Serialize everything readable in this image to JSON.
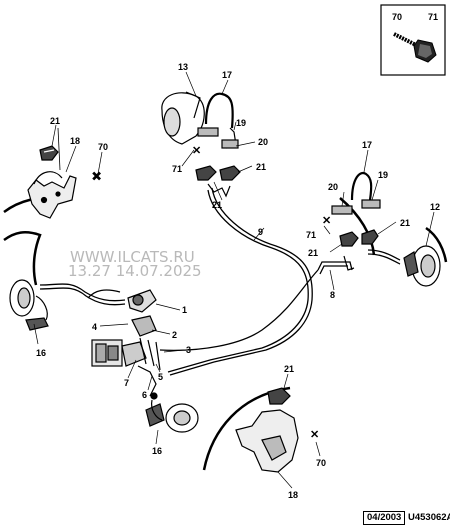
{
  "inset": {
    "labels": [
      "70",
      "71"
    ]
  },
  "watermark": {
    "line1": "WWW.ILCATS.RU",
    "line2": "13.27 14.07.2025"
  },
  "callouts": {
    "c70_left": "70",
    "c18_left": "18",
    "c21_left": "21",
    "c16_left": "16",
    "c13": "13",
    "c17_left": "17",
    "c19_left": "19",
    "c20_left": "20",
    "c71_left": "71",
    "c21_a": "21",
    "c21_b": "21",
    "c9": "9",
    "c17_right": "17",
    "c20_right": "20",
    "c19_right": "19",
    "c71_right": "71",
    "c21_c": "21",
    "c21_d": "21",
    "c12": "12",
    "c8": "8",
    "c1": "1",
    "c4": "4",
    "c2": "2",
    "c3": "3",
    "c5": "5",
    "c7": "7",
    "c6": "6",
    "c16_bottom": "16",
    "c21_bottom": "21",
    "c70_bottom": "70",
    "c18_bottom": "18"
  },
  "footer": {
    "date": "04/2003",
    "code": "U453062A"
  }
}
